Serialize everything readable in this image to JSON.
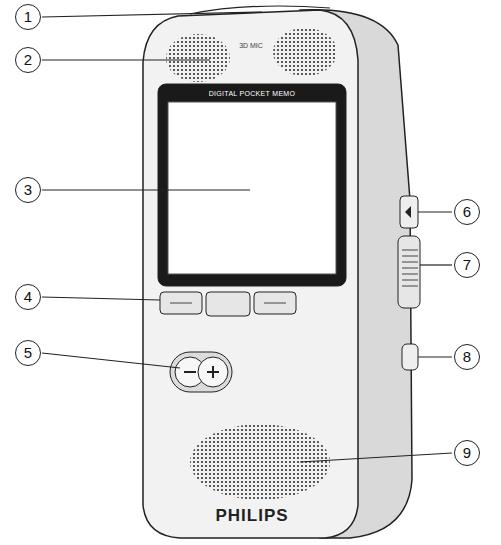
{
  "diagram": {
    "labels": [
      "1",
      "2",
      "3",
      "4",
      "5",
      "6",
      "7",
      "8",
      "9",
      "3D MIC",
      "DIGITAL POCKET MEMO",
      "PHILIPS"
    ]
  }
}
